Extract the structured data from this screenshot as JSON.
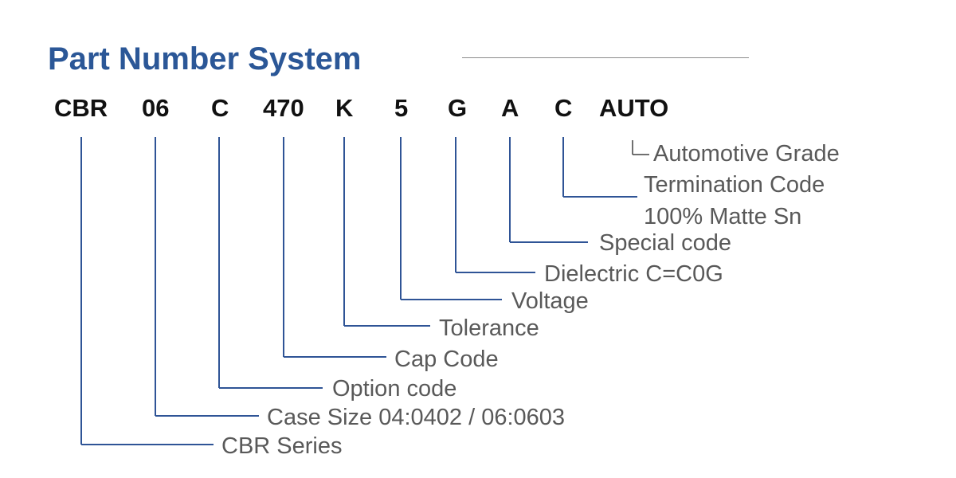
{
  "title": "Part Number System",
  "codes": [
    {
      "id": "series",
      "text": "CBR"
    },
    {
      "id": "case-size",
      "text": "06"
    },
    {
      "id": "option",
      "text": "C"
    },
    {
      "id": "cap",
      "text": "470"
    },
    {
      "id": "tolerance",
      "text": "K"
    },
    {
      "id": "voltage",
      "text": "5"
    },
    {
      "id": "dielectric",
      "text": "G"
    },
    {
      "id": "special",
      "text": "A"
    },
    {
      "id": "termination",
      "text": "C"
    },
    {
      "id": "automotive",
      "text": "AUTO"
    }
  ],
  "labels": {
    "automotive": "Automotive Grade",
    "termination": "Termination Code",
    "termination_detail": "100% Matte Sn",
    "special": "Special code",
    "dielectric": "Dielectric C=C0G",
    "voltage": "Voltage",
    "tolerance": "Tolerance",
    "cap": "Cap Code",
    "option": "Option code",
    "case_size": "Case Size 04:0402 / 06:0603",
    "series": "CBR Series"
  },
  "colors": {
    "title": "#2b5797",
    "connector": "#2f5496",
    "label": "#595959",
    "code": "#111111"
  }
}
